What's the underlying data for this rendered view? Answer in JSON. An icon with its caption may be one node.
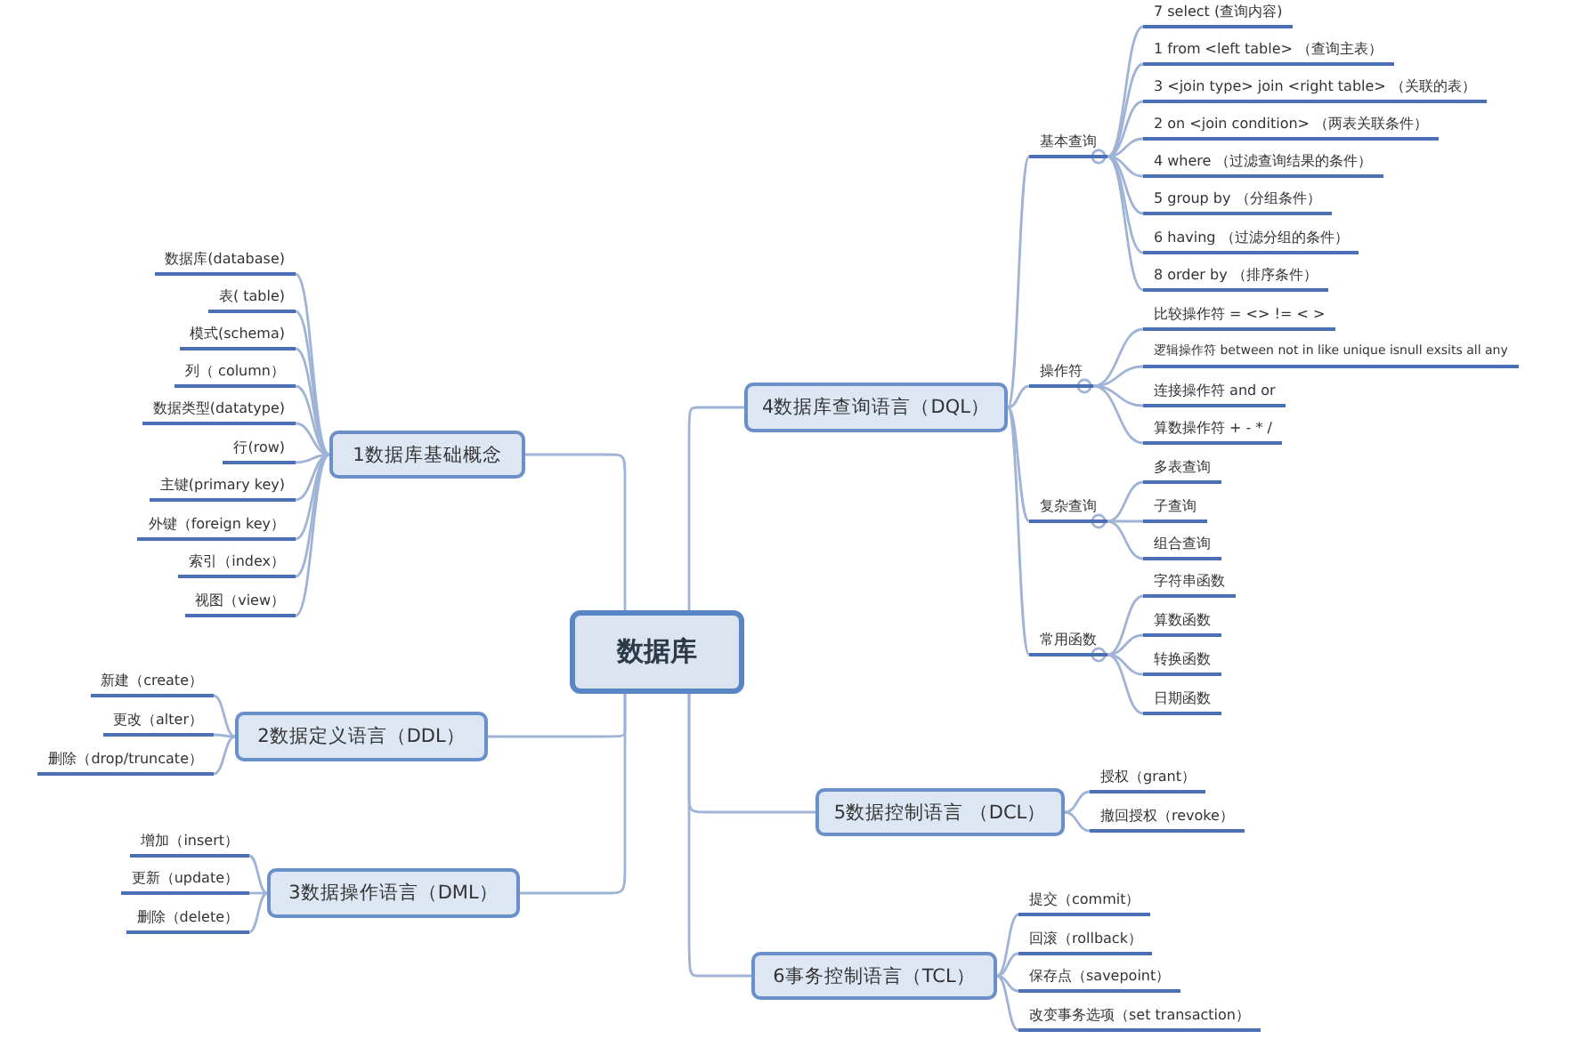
{
  "diagram": {
    "nodes": [
      {
        "text": [
          "数据库"
        ]
      },
      {
        "text": [
          "1数据库基础概念"
        ]
      },
      {
        "text": [
          "数据库(database)"
        ]
      },
      {
        "text": [
          "表( table)"
        ]
      },
      {
        "text": [
          "模式(schema)"
        ]
      },
      {
        "text": [
          "列（ column）"
        ]
      },
      {
        "text": [
          "数据类型(datatype)"
        ]
      },
      {
        "text": [
          "行(row)"
        ]
      },
      {
        "text": [
          "主键(primary key)"
        ]
      },
      {
        "text": [
          "外键（foreign key）"
        ]
      },
      {
        "text": [
          "索引（index）"
        ]
      },
      {
        "text": [
          "视图（view）"
        ]
      },
      {
        "text": [
          "2数据定义语言（DDL）"
        ]
      },
      {
        "text": [
          "新建（create）"
        ]
      },
      {
        "text": [
          "更改（alter）"
        ]
      },
      {
        "text": [
          "删除（drop/truncate）"
        ]
      },
      {
        "text": [
          "3数据操作语言（DML）"
        ]
      },
      {
        "text": [
          "增加（insert）"
        ]
      },
      {
        "text": [
          "更新（update）"
        ]
      },
      {
        "text": [
          "删除（delete）"
        ]
      },
      {
        "text": [
          "4数据库查询语言（DQL）"
        ]
      },
      {
        "text": [
          "基本查询"
        ]
      },
      {
        "text": [
          "7 select (查询内容)"
        ]
      },
      {
        "text": [
          "1 from <left table> （查询主表）"
        ]
      },
      {
        "text": [
          "3 <join type> join <right table> （关联的表）"
        ]
      },
      {
        "text": [
          "2 on <join condition> （两表关联条件）"
        ]
      },
      {
        "text": [
          "4 where （过滤查询结果的条件）"
        ]
      },
      {
        "text": [
          "5 group by （分组条件）"
        ]
      },
      {
        "text": [
          "6 having （过滤分组的条件）"
        ]
      },
      {
        "text": [
          "8 order by （排序条件）"
        ]
      },
      {
        "text": [
          "操作符"
        ]
      },
      {
        "text": [
          "比较操作符 = <> != < >"
        ]
      },
      {
        "text": [
          "逻辑操作符 between not in like unique isnull exsits all any"
        ]
      },
      {
        "text": [
          "连接操作符 and or"
        ]
      },
      {
        "text": [
          "算数操作符 + - * /"
        ]
      },
      {
        "text": [
          "复杂查询"
        ]
      },
      {
        "text": [
          "多表查询"
        ]
      },
      {
        "text": [
          "子查询"
        ]
      },
      {
        "text": [
          "组合查询"
        ]
      },
      {
        "text": [
          "常用函数"
        ]
      },
      {
        "text": [
          "字符串函数"
        ]
      },
      {
        "text": [
          "算数函数"
        ]
      },
      {
        "text": [
          "转换函数"
        ]
      },
      {
        "text": [
          "日期函数"
        ]
      },
      {
        "text": [
          "5数据控制语言 （DCL）"
        ]
      },
      {
        "text": [
          "授权（grant）"
        ]
      },
      {
        "text": [
          "撤回授权（revoke）"
        ]
      },
      {
        "text": [
          "6事务控制语言（TCL）"
        ]
      },
      {
        "text": [
          "提交（commit）"
        ]
      },
      {
        "text": [
          "回滚（rollback）"
        ]
      },
      {
        "text": [
          "保存点（savepoint）"
        ]
      },
      {
        "text": [
          "改变事务选项（set transaction）"
        ]
      }
    ],
    "edges": [
      {
        "from": 0,
        "to": 1,
        "arrow": "none"
      },
      {
        "from": 1,
        "to": 2,
        "arrow": "other"
      },
      {
        "from": 1,
        "to": 3,
        "arrow": "other"
      },
      {
        "from": 1,
        "to": 4,
        "arrow": "other"
      },
      {
        "from": 1,
        "to": 5,
        "arrow": "other"
      },
      {
        "from": 1,
        "to": 6,
        "arrow": "other"
      },
      {
        "from": 1,
        "to": 7,
        "arrow": "other"
      },
      {
        "from": 1,
        "to": 8,
        "arrow": "other"
      },
      {
        "from": 1,
        "to": 9,
        "arrow": "other"
      },
      {
        "from": 1,
        "to": 10,
        "arrow": "other"
      },
      {
        "from": 1,
        "to": 11,
        "arrow": "other"
      },
      {
        "from": 0,
        "to": 12,
        "arrow": "none"
      },
      {
        "from": 12,
        "to": 13,
        "arrow": "other"
      },
      {
        "from": 12,
        "to": 14,
        "arrow": "other"
      },
      {
        "from": 12,
        "to": 15,
        "arrow": "other"
      },
      {
        "from": 0,
        "to": 16,
        "arrow": "none"
      },
      {
        "from": 16,
        "to": 17,
        "arrow": "other"
      },
      {
        "from": 16,
        "to": 18,
        "arrow": "other"
      },
      {
        "from": 16,
        "to": 19,
        "arrow": "other"
      },
      {
        "from": 0,
        "to": 20,
        "arrow": "none"
      },
      {
        "from": 20,
        "to": 21,
        "arrow": "other"
      },
      {
        "from": 21,
        "to": 22,
        "arrow": "other"
      },
      {
        "from": 21,
        "to": 23,
        "arrow": "other"
      },
      {
        "from": 21,
        "to": 24,
        "arrow": "other"
      },
      {
        "from": 21,
        "to": 25,
        "arrow": "other"
      },
      {
        "from": 21,
        "to": 26,
        "arrow": "other"
      },
      {
        "from": 21,
        "to": 27,
        "arrow": "other"
      },
      {
        "from": 21,
        "to": 28,
        "arrow": "other"
      },
      {
        "from": 21,
        "to": 29,
        "arrow": "other"
      },
      {
        "from": 20,
        "to": 30,
        "arrow": "other"
      },
      {
        "from": 30,
        "to": 31,
        "arrow": "other"
      },
      {
        "from": 30,
        "to": 32,
        "arrow": "other"
      },
      {
        "from": 30,
        "to": 33,
        "arrow": "other"
      },
      {
        "from": 30,
        "to": 34,
        "arrow": "other"
      },
      {
        "from": 20,
        "to": 35,
        "arrow": "other"
      },
      {
        "from": 35,
        "to": 36,
        "arrow": "other"
      },
      {
        "from": 35,
        "to": 37,
        "arrow": "other"
      },
      {
        "from": 35,
        "to": 38,
        "arrow": "other"
      },
      {
        "from": 20,
        "to": 39,
        "arrow": "other"
      },
      {
        "from": 39,
        "to": 40,
        "arrow": "other"
      },
      {
        "from": 39,
        "to": 41,
        "arrow": "other"
      },
      {
        "from": 39,
        "to": 42,
        "arrow": "other"
      },
      {
        "from": 39,
        "to": 43,
        "arrow": "other"
      },
      {
        "from": 0,
        "to": 44,
        "arrow": "none"
      },
      {
        "from": 44,
        "to": 45,
        "arrow": "other"
      },
      {
        "from": 44,
        "to": 46,
        "arrow": "other"
      },
      {
        "from": 0,
        "to": 47,
        "arrow": "none"
      },
      {
        "from": 47,
        "to": 48,
        "arrow": "other"
      },
      {
        "from": 47,
        "to": 49,
        "arrow": "other"
      },
      {
        "from": 47,
        "to": 50,
        "arrow": "other"
      },
      {
        "from": 47,
        "to": 51,
        "arrow": "other"
      }
    ]
  }
}
